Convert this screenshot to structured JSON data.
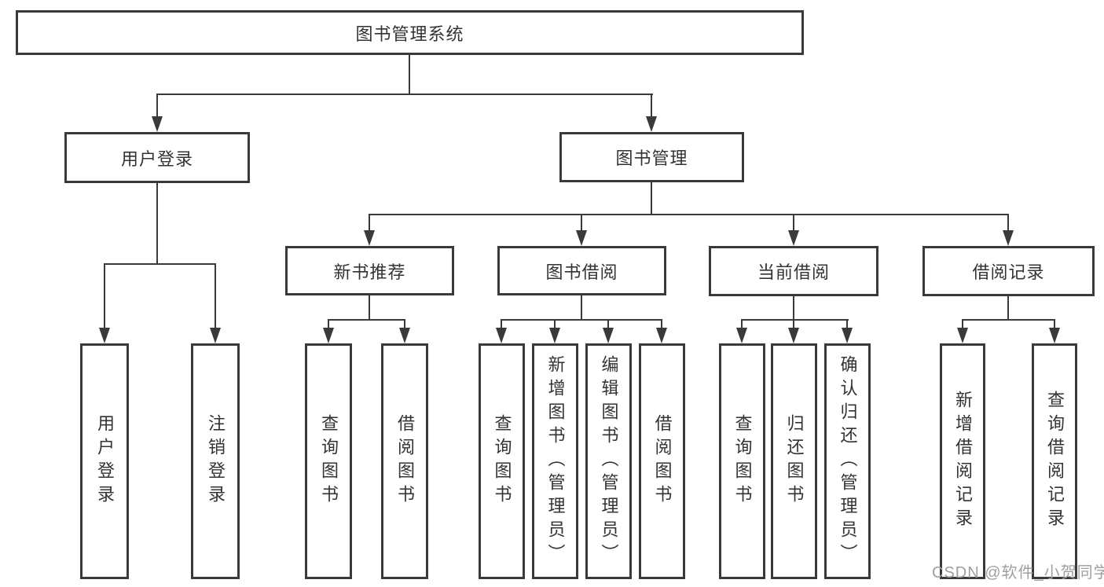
{
  "tree": {
    "root": {
      "label": "图书管理系统"
    },
    "branches": [
      {
        "label": "用户登录",
        "children": [
          {
            "label": "用户登录"
          },
          {
            "label": "注销登录"
          }
        ]
      },
      {
        "label": "图书管理",
        "sub": [
          {
            "label": "新书推荐",
            "children": [
              {
                "label": "查询图书"
              },
              {
                "label": "借阅图书"
              }
            ]
          },
          {
            "label": "图书借阅",
            "children": [
              {
                "label": "查询图书"
              },
              {
                "label": "新增图书（管理员）"
              },
              {
                "label": "编辑图书（管理员）"
              },
              {
                "label": "借阅图书"
              }
            ]
          },
          {
            "label": "当前借阅",
            "children": [
              {
                "label": "查询图书"
              },
              {
                "label": "归还图书"
              },
              {
                "label": "确认归还（管理员）"
              }
            ]
          },
          {
            "label": "借阅记录",
            "children": [
              {
                "label": "新增借阅记录"
              },
              {
                "label": "查询借阅记录"
              }
            ]
          }
        ]
      }
    ]
  },
  "watermark": {
    "text": "CSDN @软件_小贺同学"
  },
  "colors": {
    "line": "#3a3a3a",
    "text": "#333333",
    "watermark": "#9f9f9f",
    "background": "#ffffff"
  }
}
